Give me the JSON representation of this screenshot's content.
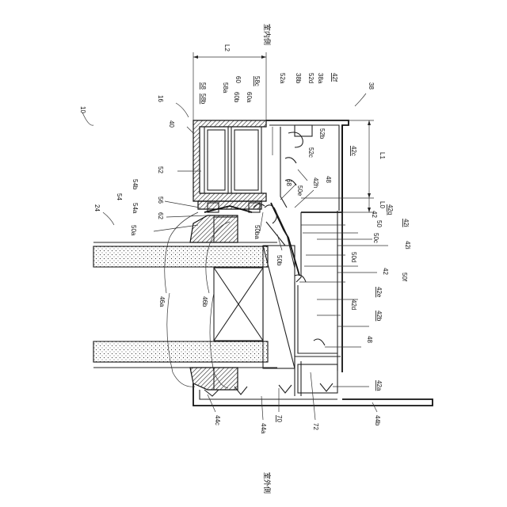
{
  "figure": {
    "number": "10",
    "orientation_top": "室内側",
    "orientation_bottom": "室外側",
    "dims": {
      "l1": "L1",
      "l2": "L2",
      "l0": "L0"
    },
    "labels": {
      "n16": "16",
      "n24": "24",
      "n38": "38",
      "n40": "40",
      "n42": "42",
      "n44a": "44a",
      "n44b": "44b",
      "n44c": "44c",
      "n46a": "46a",
      "n46b": "46b",
      "n48a": "48",
      "n48b": "48",
      "n50": "50",
      "n50a": "50a",
      "n50b": "50b",
      "n50ba": "50ba",
      "n50c": "50c",
      "n50d": "50d",
      "n50e": "50e",
      "n50f": "50f",
      "n52": "52",
      "n52a": "52a",
      "n52b": "52b",
      "n52c": "52c",
      "n52d": "52d",
      "n54": "54",
      "n54a": "54a",
      "n54b": "54b",
      "n56": "56",
      "n58": "58",
      "n58a": "58a",
      "n58b": "58b",
      "n58c": "58c",
      "n60": "60",
      "n60a": "60a",
      "n60b": "60b",
      "n62": "62",
      "n68": "68",
      "n70": "70",
      "n72": "72",
      "n38a": "38a",
      "n38b": "38b",
      "n42a": "42a",
      "n42b": "42b",
      "n42c": "42c",
      "n42d": "42d",
      "n42e": "42e",
      "n42f": "42f",
      "n42g": "42g",
      "n42h": "42h",
      "n42i": "42i"
    }
  }
}
